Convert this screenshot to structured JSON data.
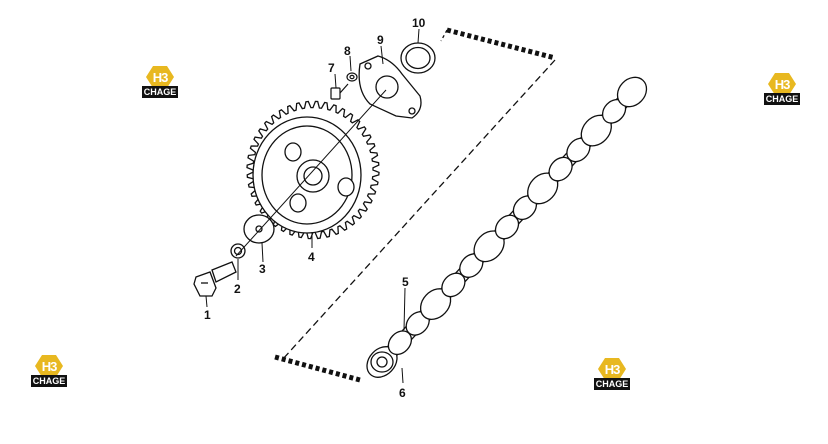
{
  "diagram": {
    "callouts": [
      "1",
      "2",
      "3",
      "4",
      "5",
      "6",
      "7",
      "8",
      "9",
      "10"
    ]
  },
  "brand": {
    "mark": "H3",
    "wordmark": "CHAGE",
    "color": "#e8b820"
  }
}
